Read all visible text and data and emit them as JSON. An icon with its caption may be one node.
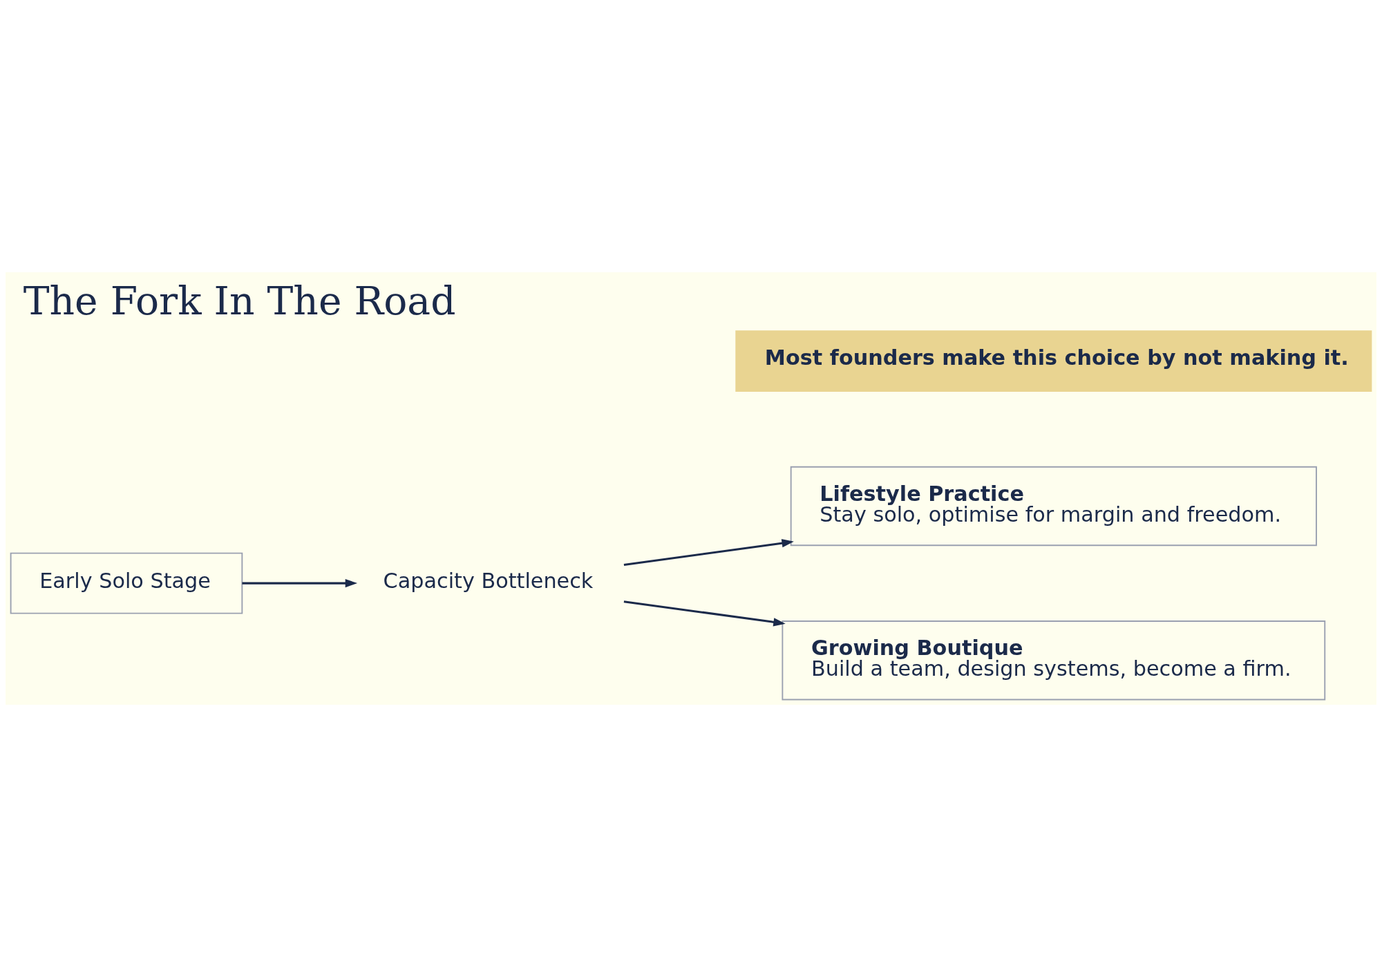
{
  "diagram": {
    "title": "The Fork In The Road",
    "nodes": [
      {
        "text": [
          "Early Solo Stage"
        ]
      },
      {
        "text": [
          "Capacity Bottleneck"
        ]
      },
      {
        "text": [
          "Lifestyle Practice",
          "Stay solo, optimise for margin and freedom."
        ]
      },
      {
        "text": [
          "Growing Boutique",
          "Build a team, design systems, become a firm."
        ]
      },
      {
        "text": [
          "Most founders make this choice by not making it."
        ]
      }
    ],
    "edges": [
      {
        "from": 0,
        "to": 1,
        "arrow": "to"
      },
      {
        "from": 1,
        "to": 2,
        "arrow": "to"
      },
      {
        "from": 1,
        "to": 3,
        "arrow": "to"
      }
    ]
  }
}
